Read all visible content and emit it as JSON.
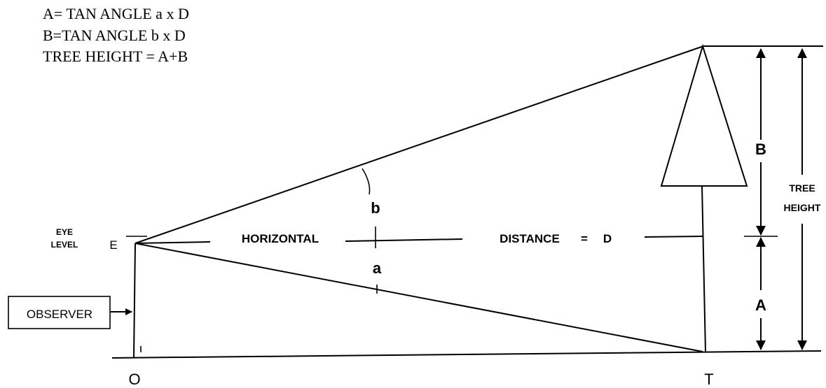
{
  "formulas": {
    "line1": "A= TAN ANGLE a x D",
    "line2": "B=TAN ANGLE b x D",
    "line3": "TREE HEIGHT = A+B"
  },
  "labels": {
    "eye_level_line1": "EYE",
    "eye_level_line2": "LEVEL",
    "point_e": "E",
    "point_o": "O",
    "point_t": "T",
    "observer": "OBSERVER",
    "horizontal": "HORIZONTAL",
    "distance": "DISTANCE",
    "equals": "=",
    "d": "D",
    "angle_a": "a",
    "angle_b": "b",
    "segment_a": "A",
    "segment_b": "B",
    "tree_height_line1": "TREE",
    "tree_height_line2": "HEIGHT"
  }
}
